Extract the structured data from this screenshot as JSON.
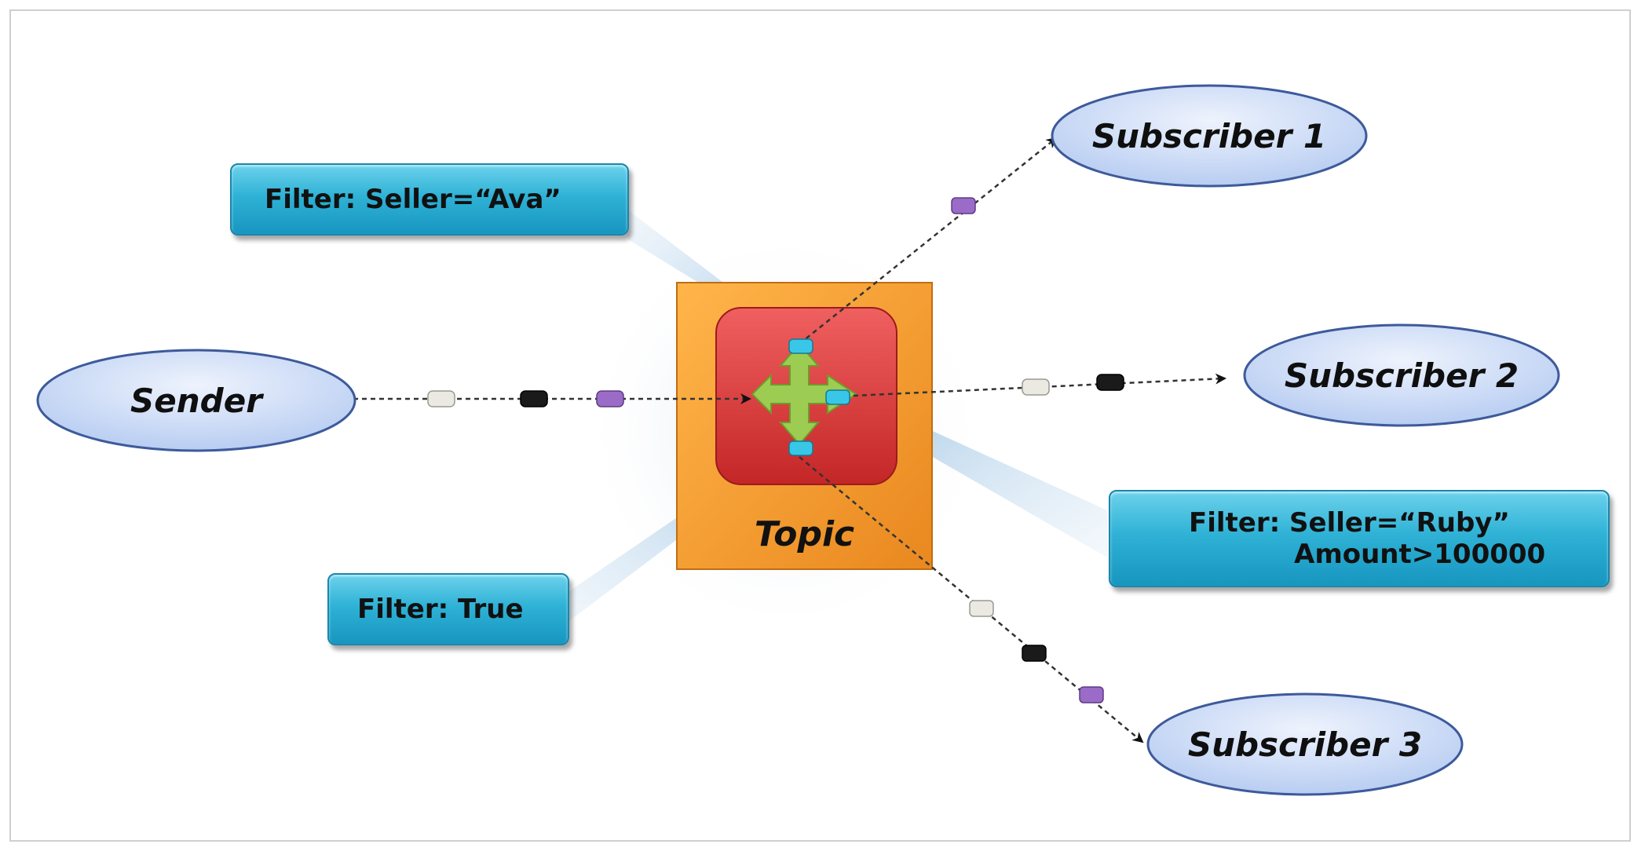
{
  "nodes": {
    "sender": {
      "label": "Sender"
    },
    "topic": {
      "label": "Topic"
    },
    "subscriber1": {
      "label": "Subscriber 1"
    },
    "subscriber2": {
      "label": "Subscriber 2"
    },
    "subscriber3": {
      "label": "Subscriber 3"
    }
  },
  "filters": {
    "ava": {
      "line1": "Filter: Seller=“Ava”"
    },
    "ruby": {
      "line1": "Filter: Seller=“Ruby”",
      "line2": "Amount>100000"
    },
    "true_filter": {
      "line1": "Filter: True"
    }
  },
  "colors": {
    "ellipse_fill": "#c9daf6",
    "ellipse_stroke": "#3d5a9a",
    "topic_orange": "#f5a033",
    "topic_red": "#d63a3a",
    "arrow_green": "#9ccc52",
    "filter_cyan": "#2fb2d6",
    "message_white": "#e8e8e0",
    "message_black": "#1a1a1a",
    "message_purple": "#9a6cc7",
    "message_cyan": "#39c7e8"
  }
}
